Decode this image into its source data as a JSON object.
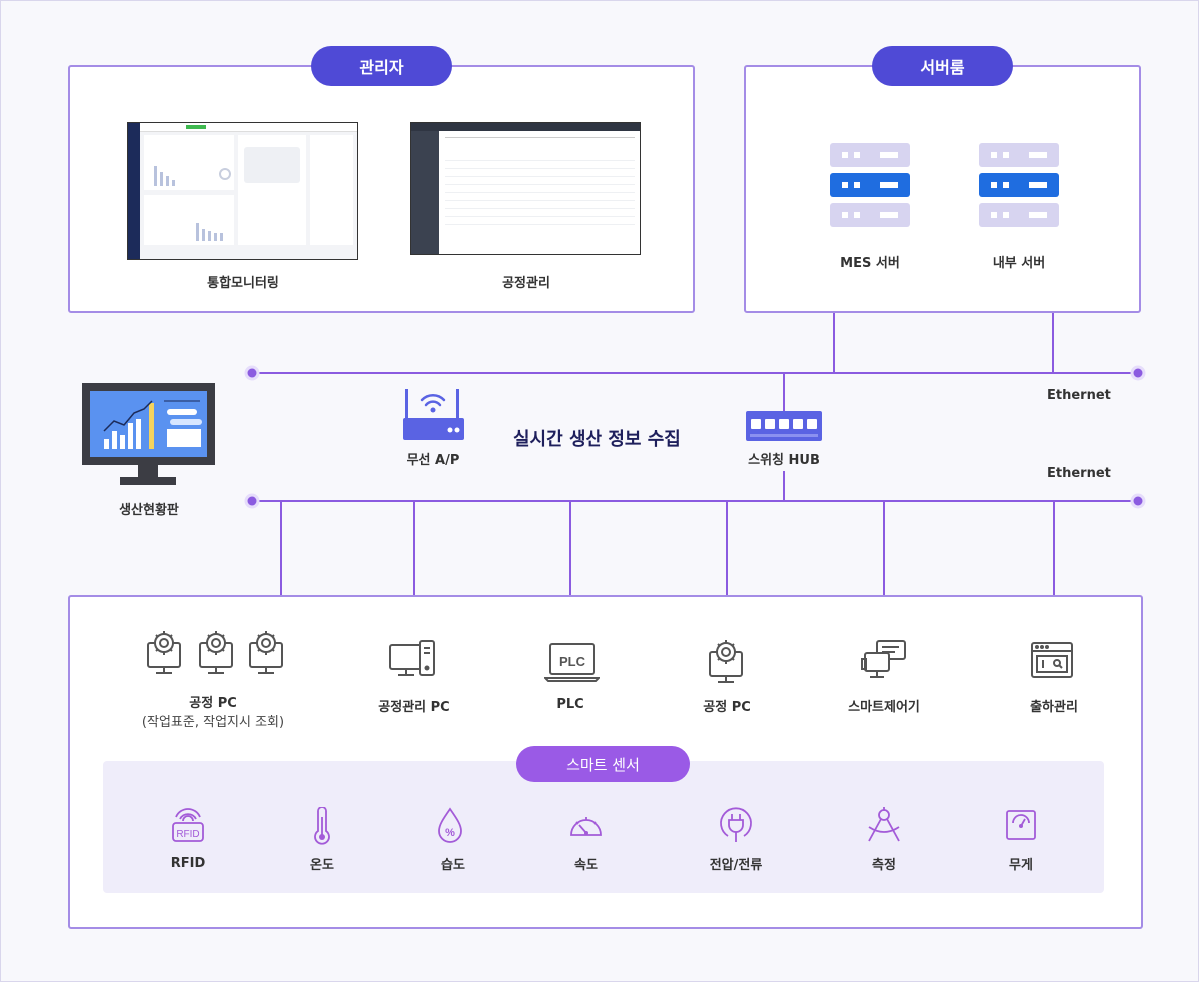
{
  "groups": {
    "admin": "관리자",
    "server_room": "서버룸"
  },
  "admin_items": [
    {
      "label": "통합모니터링"
    },
    {
      "label": "공정관리"
    }
  ],
  "servers": [
    {
      "label": "MES 서버"
    },
    {
      "label": "내부 서버"
    }
  ],
  "network": {
    "title": "실시간 생산 정보 수집",
    "ethernet_top": "Ethernet",
    "ethernet_bottom": "Ethernet",
    "access_point": "무선 A/P",
    "switch_hub": "스위칭 HUB",
    "dashboard": "생산현황판"
  },
  "devices": [
    {
      "label": "공정 PC",
      "sub": "(작업표준, 작업지시 조회)",
      "icon": "gear-monitor-icon"
    },
    {
      "label": "공정관리 PC",
      "icon": "desktop-pc-icon"
    },
    {
      "label": "PLC",
      "icon": "plc-laptop-icon"
    },
    {
      "label": "공정 PC",
      "icon": "gear-monitor-icon"
    },
    {
      "label": "스마트제어기",
      "icon": "smart-controller-icon"
    },
    {
      "label": "출하관리",
      "icon": "shipping-window-icon"
    }
  ],
  "sensor_title": "스마트 센서",
  "sensors": [
    {
      "label": "RFID",
      "icon": "rfid-icon"
    },
    {
      "label": "온도",
      "icon": "thermometer-icon"
    },
    {
      "label": "습도",
      "icon": "humidity-drop-icon"
    },
    {
      "label": "속도",
      "icon": "speedometer-icon"
    },
    {
      "label": "전압/전류",
      "icon": "power-plug-icon"
    },
    {
      "label": "측정",
      "icon": "compass-icon"
    },
    {
      "label": "무게",
      "icon": "scale-icon"
    }
  ],
  "colors": {
    "line": "#8b5be0",
    "group_pill": "#4f4ad6",
    "sensor_pill": "#9a5ae6",
    "server_active": "#1f6de0",
    "server_idle": "#d7d4f0"
  }
}
